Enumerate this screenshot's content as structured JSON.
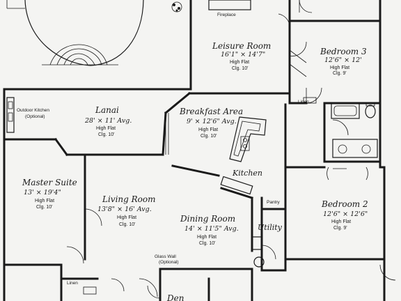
{
  "rooms": {
    "leisure": {
      "name": "Leisure Room",
      "dims": "16'1\" × 14'7\"",
      "ceiling_type": "High Flat",
      "ceiling_height": "Clg. 10'"
    },
    "bedroom3": {
      "name": "Bedroom 3",
      "dims": "12'6\" × 12'",
      "ceiling_type": "High Flat",
      "ceiling_height": "Clg. 9'"
    },
    "lanai": {
      "name": "Lanai",
      "dims": "28' × 11' Avg.",
      "ceiling_type": "High Flat",
      "ceiling_height": "Clg. 10'"
    },
    "breakfast": {
      "name": "Breakfast Area",
      "dims": "9' × 12'6\" Avg.",
      "ceiling_type": "High Flat",
      "ceiling_height": "Clg. 10'"
    },
    "master": {
      "name": "Master Suite",
      "dims": "13' × 19'4\"",
      "ceiling_type": "High Flat",
      "ceiling_height": "Clg. 10'"
    },
    "living": {
      "name": "Living Room",
      "dims": "13'8\" × 16' Avg.",
      "ceiling_type": "High Flat",
      "ceiling_height": "Clg. 10'"
    },
    "dining": {
      "name": "Dining Room",
      "dims": "14' × 11'5\" Avg.",
      "ceiling_type": "High Flat",
      "ceiling_height": "Clg. 10'"
    },
    "bedroom2": {
      "name": "Bedroom 2",
      "dims": "12'6\" × 12'6\"",
      "ceiling_type": "High Flat",
      "ceiling_height": "Clg. 9'"
    },
    "kitchen": {
      "name": "Kitchen"
    },
    "utility": {
      "name": "Utility"
    },
    "den": {
      "name": "Den"
    }
  },
  "labels": {
    "fireplace": "Fireplace",
    "outdoor_kitchen": "Outdoor Kitchen",
    "outdoor_kitchen_note": "(Optional)",
    "linen_top": "Linen",
    "linen_bottom": "Linen",
    "pantry": "Pantry",
    "glass_wall": "Glass Wall",
    "glass_wall_note": "(Optional)"
  }
}
